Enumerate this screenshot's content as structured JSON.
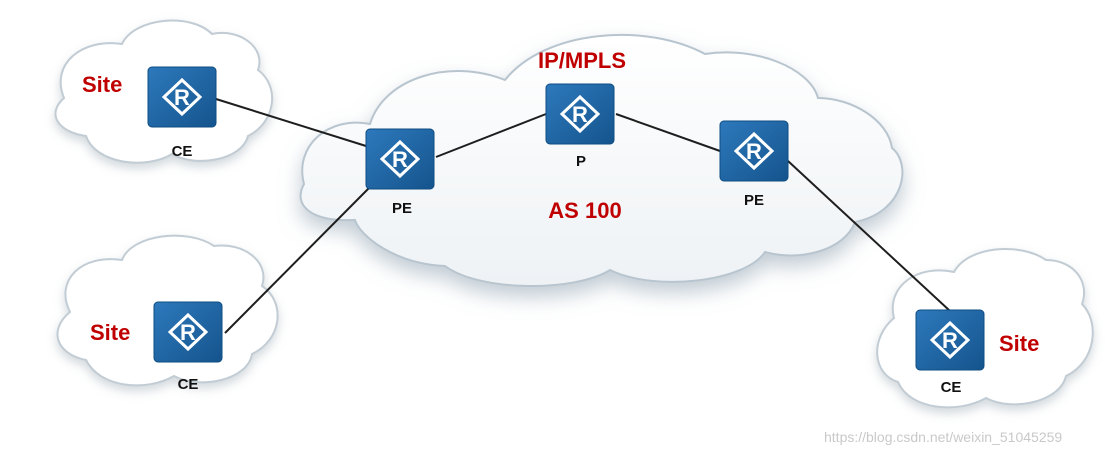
{
  "labels": {
    "core": "IP/MPLS",
    "as": "AS 100",
    "site_tl": "Site",
    "site_bl": "Site",
    "site_br": "Site",
    "ce_tl": "CE",
    "ce_bl": "CE",
    "ce_br": "CE",
    "pe_left": "PE",
    "pe_right": "PE",
    "p": "P"
  },
  "icons": {
    "router_letter": "R"
  },
  "watermark": "https://blog.csdn.net/weixin_51045259",
  "colors": {
    "router_fill": "#1a64a6",
    "router_edge": "#0f4c82",
    "text_red": "#c00000",
    "cloud_fill": "#ffffff",
    "cloud_shadow": "#9fb1bf",
    "line": "#1e1e1e"
  }
}
